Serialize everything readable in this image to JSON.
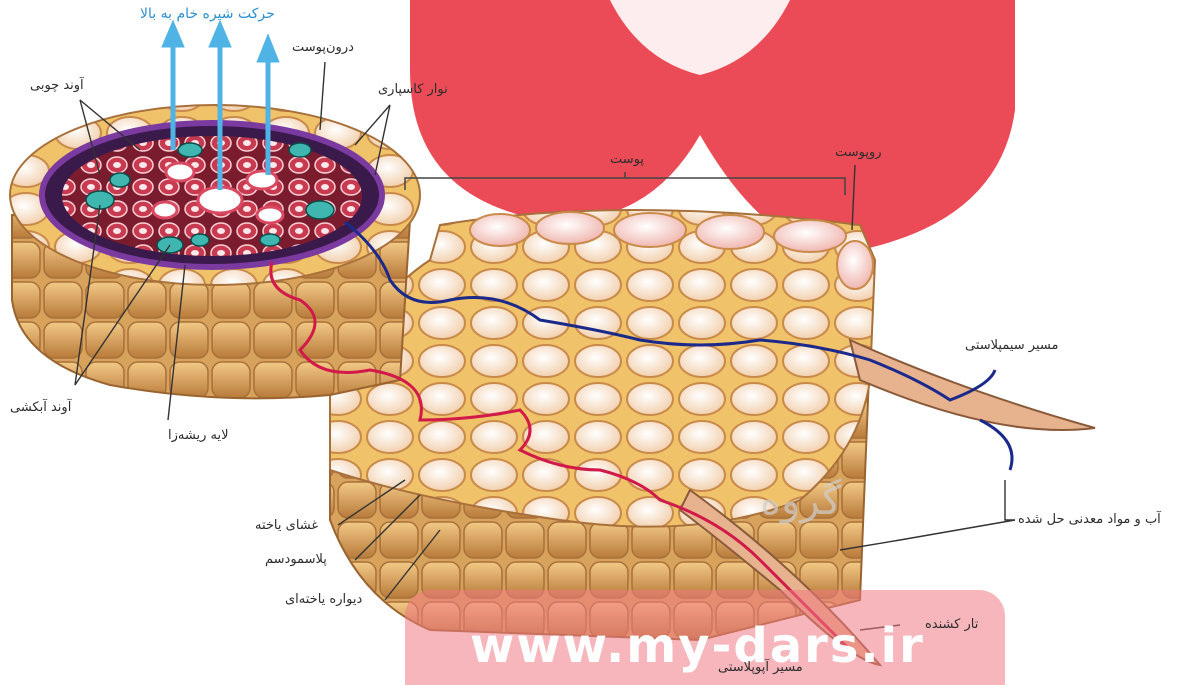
{
  "labels": {
    "upward_sap": "حرکت شیره خام به بالا",
    "endodermis": "درون‌پوست",
    "casparian_strip": "نوار کاسپاری",
    "xylem": "آوند چوبی",
    "phloem": "آوند آبکشی",
    "pericycle": "لایه ریشه‌زا",
    "cortex": "پوست",
    "epidermis": "روپوست",
    "symplast_path": "مسیر سیمپلاستی",
    "water_minerals": "آب و مواد معدنی حل شده",
    "cell_membrane": "غشای یاخته",
    "plasmodesma": "پلاسمودسم",
    "cell_wall": "دیواره یاخته‌ای",
    "root_hair": "تار کشنده",
    "apoplast_path": "مسیر آپوپلاستی"
  },
  "watermark": {
    "url": "www.my-dars.ir",
    "brand": "گروه"
  },
  "colors": {
    "label_blue": "#2a8fd0",
    "apoplast_red": "#d11a4a",
    "symplast_blue": "#1b2a8a",
    "cell_cream": "#f6e1bf",
    "cell_outline": "#c98a4a",
    "watermark_red": "#e8323f"
  }
}
